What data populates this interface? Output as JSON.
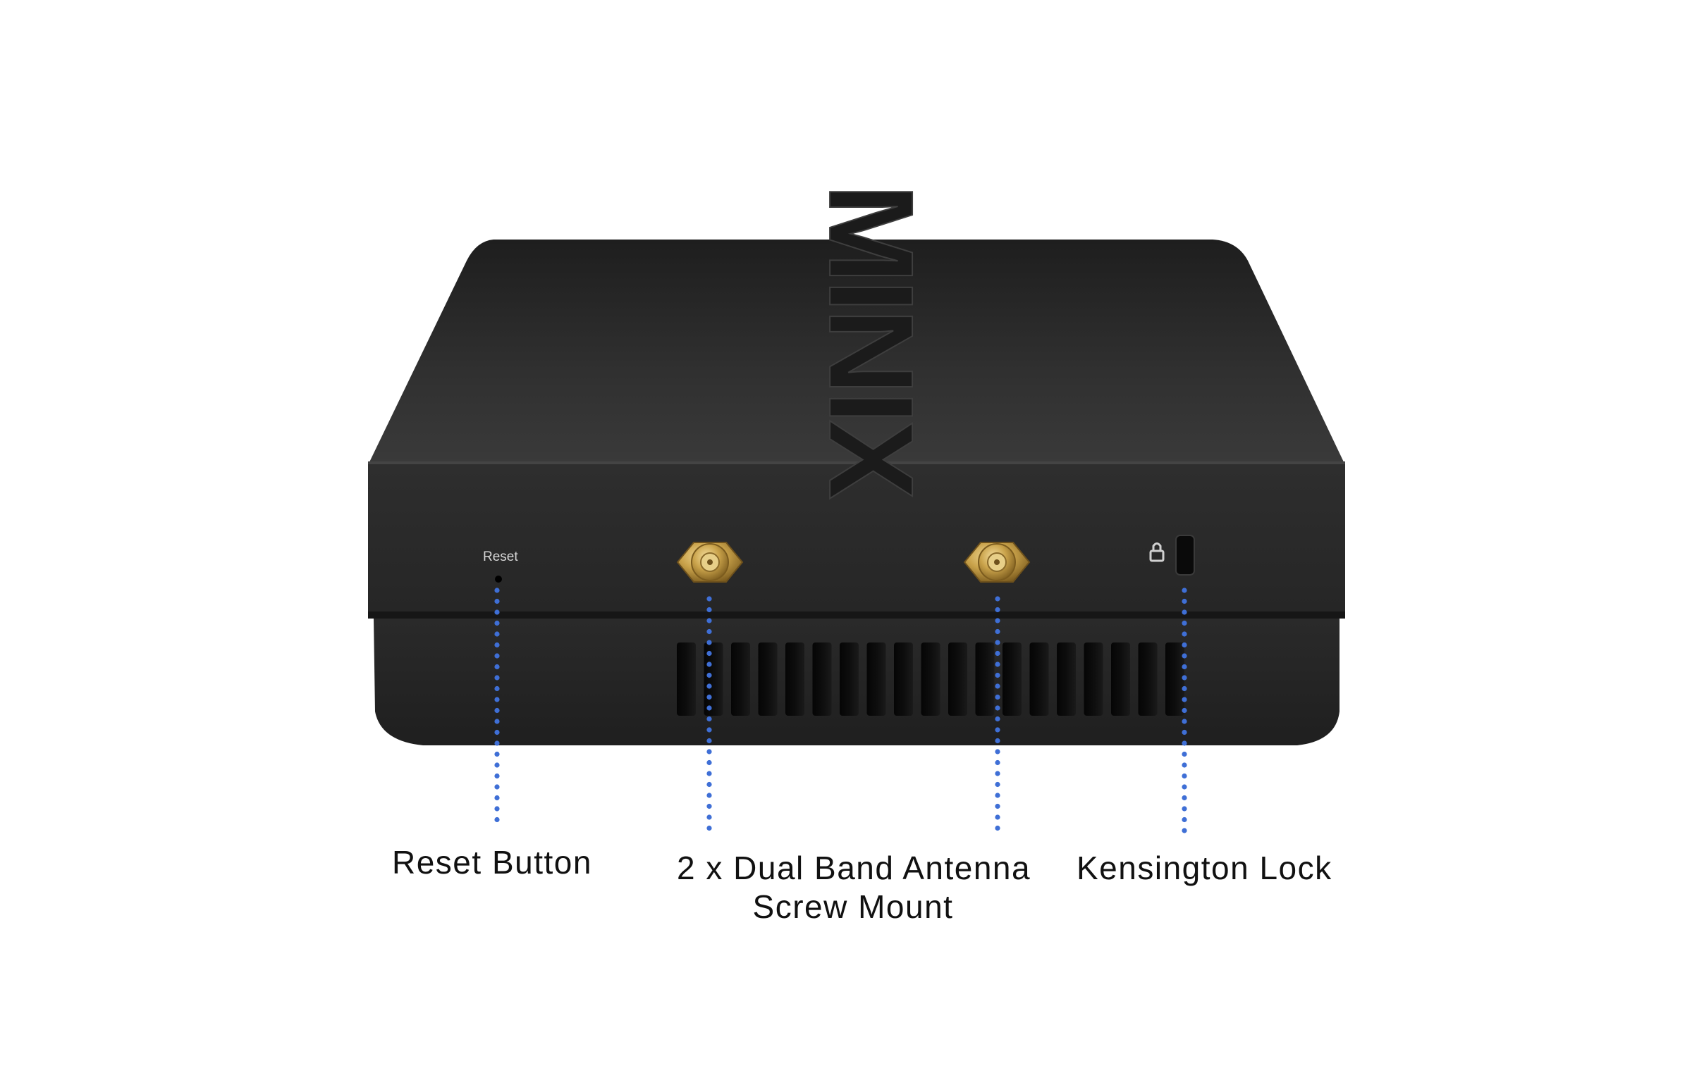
{
  "product": {
    "brand_text": "MINIX",
    "port_labels": {
      "reset": "Reset"
    }
  },
  "callouts": {
    "reset": "Reset Button",
    "antenna_line1": "2 x Dual Band Antenna",
    "antenna_line2": "Screw Mount",
    "kensington": "Kensington Lock"
  },
  "colors": {
    "background": "#ffffff",
    "body": "#2b2b2b",
    "callout_dots": "#3f6fd6",
    "antenna_gold": "#c9a24a"
  }
}
